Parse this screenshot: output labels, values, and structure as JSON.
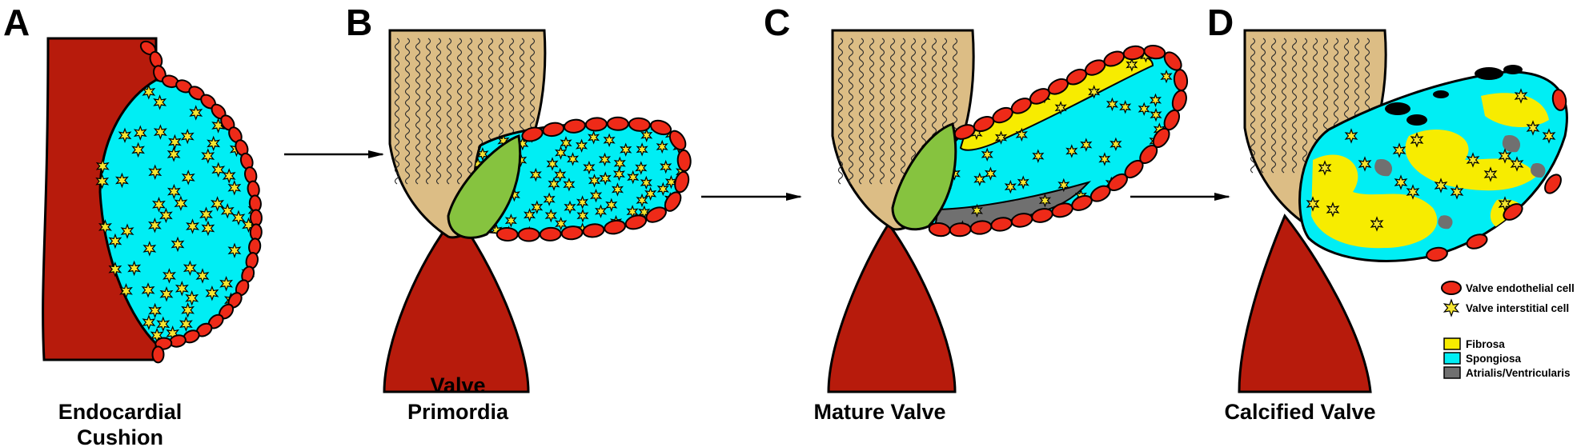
{
  "figure": {
    "panels": [
      {
        "letter": "A",
        "caption_lines": [
          "Endocardial",
          "Cushion"
        ]
      },
      {
        "letter": "B",
        "caption_lines": [
          "Valve",
          "Primordia"
        ]
      },
      {
        "letter": "C",
        "caption_lines": [
          "Mature Valve"
        ]
      },
      {
        "letter": "D",
        "caption_lines": [
          "Calcified Valve"
        ]
      }
    ],
    "legend": {
      "cells": [
        {
          "label": "Valve endothelial cell",
          "icon": "red-oval-icon"
        },
        {
          "label": "Valve interstitial cell",
          "icon": "yellow-star-icon"
        }
      ],
      "layers": [
        {
          "label": "Fibrosa",
          "color": "#f7ec00"
        },
        {
          "label": "Spongiosa",
          "color": "#00eef4"
        },
        {
          "label": "Atrialis/Ventricularis",
          "color": "#707070"
        }
      ]
    },
    "colors": {
      "myocardium": "#b71b0c",
      "endothelial_cell": "#ee2a18",
      "interstitial_cell": "#f5e530",
      "tissue_tan": "#dcbd85",
      "annulus_green": "#86c33f",
      "calcification": "#000000"
    }
  }
}
